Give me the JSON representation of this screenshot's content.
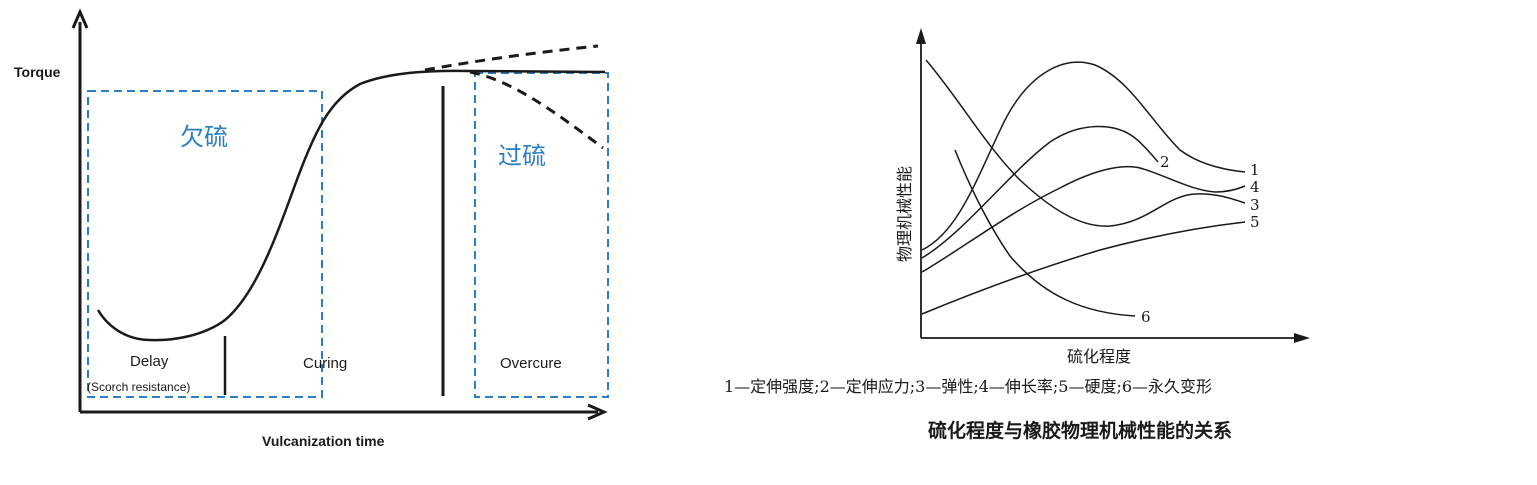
{
  "left": {
    "y_axis_label": "Torque",
    "x_axis_label": "Vulcanization time",
    "zone_under_label": "欠硫",
    "zone_over_label": "过硫",
    "phase_delay": "Delay",
    "phase_delay_note": "(Scorch resistance)",
    "phase_curing": "Curing",
    "phase_overcure": "Overcure",
    "accent_color": "#2a7fc4"
  },
  "right": {
    "y_axis_label": "物理机械性能",
    "x_axis_label": "硫化程度",
    "curve_labels": [
      "1",
      "2",
      "3",
      "4",
      "5",
      "6"
    ],
    "legend": "1—定伸强度;2—定伸应力;3—弹性;4—伸长率;5—硬度;6—永久变形",
    "caption": "硫化程度与橡胶物理机械性能的关系"
  }
}
